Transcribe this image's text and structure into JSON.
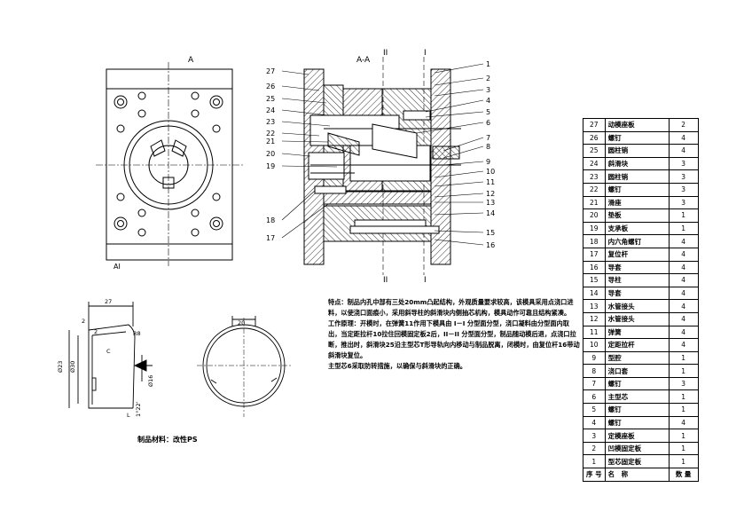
{
  "views": {
    "top_label": "A",
    "bottom_label": "AI",
    "section_title": "A-A",
    "section_mark_left": "II",
    "section_mark_right": "I"
  },
  "callouts_right": [
    "1",
    "2",
    "3",
    "4",
    "5",
    "6",
    "7",
    "8",
    "9",
    "10",
    "11",
    "12",
    "13",
    "14",
    "15",
    "16"
  ],
  "callouts_left": [
    "27",
    "26",
    "25",
    "24",
    "23",
    "22",
    "21",
    "20",
    "19",
    "18",
    "17"
  ],
  "product": {
    "dim_width": "27",
    "dim_top_small": "2",
    "dim_left_small": "2",
    "dim_small_c": "C",
    "dim_r": "R8",
    "dim_d1": "Ø23",
    "dim_d2": "Ø30",
    "dim_d3": "Ø16",
    "dim_l": "L",
    "dim_angle": "1°22'",
    "dim_circle": "20"
  },
  "notes": [
    "特点：制品内孔中部有三处20mm凸起结构，外观质量要求较高，该模具采用点浇口进料，以使浇口面痕小，采用斜导柱的斜滑块内侧抽芯机构，模具动作可靠且结构紧凑。",
    "工作原理：开模时，在弹簧11作用下模具由 I－I 分型面分型，浇口凝料由分型面内取出，当定距拉杆10拉住回模固定板2后，II－II 分型面分型，制品随动模后退，点浇口拉断，推出时，斜滑块25沿主型芯T形导轨向内移动与制品脱离，闭模时，由复位杆16带动斜滑块复位。",
    "主型芯6采取防转措施，以确保与斜滑块的正确。"
  ],
  "material": "制品材料：改性PS",
  "bom": {
    "header": {
      "no": "序 号",
      "name": "名　称",
      "qty": "数 量"
    },
    "rows": [
      {
        "no": "27",
        "name": "动模座板",
        "qty": "2"
      },
      {
        "no": "26",
        "name": "螺钉",
        "qty": "4"
      },
      {
        "no": "25",
        "name": "圆柱销",
        "qty": "4"
      },
      {
        "no": "24",
        "name": "斜滑块",
        "qty": "3"
      },
      {
        "no": "23",
        "name": "圆柱销",
        "qty": "3"
      },
      {
        "no": "22",
        "name": "螺钉",
        "qty": "3"
      },
      {
        "no": "21",
        "name": "滑座",
        "qty": "3"
      },
      {
        "no": "20",
        "name": "垫板",
        "qty": "1"
      },
      {
        "no": "19",
        "name": "支承板",
        "qty": "1"
      },
      {
        "no": "18",
        "name": "内六角螺钉",
        "qty": "4"
      },
      {
        "no": "17",
        "name": "复位杆",
        "qty": "4"
      },
      {
        "no": "16",
        "name": "导套",
        "qty": "4"
      },
      {
        "no": "15",
        "name": "导柱",
        "qty": "4"
      },
      {
        "no": "14",
        "name": "导套",
        "qty": "4"
      },
      {
        "no": "13",
        "name": "水管接头",
        "qty": "4"
      },
      {
        "no": "12",
        "name": "水管接头",
        "qty": "4"
      },
      {
        "no": "11",
        "name": "弹簧",
        "qty": "4"
      },
      {
        "no": "10",
        "name": "定距拉杆",
        "qty": "4"
      },
      {
        "no": "9",
        "name": "型腔",
        "qty": "1"
      },
      {
        "no": "8",
        "name": "浇口套",
        "qty": "1"
      },
      {
        "no": "7",
        "name": "螺钉",
        "qty": "3"
      },
      {
        "no": "6",
        "name": "主型芯",
        "qty": "1"
      },
      {
        "no": "5",
        "name": "螺钉",
        "qty": "1"
      },
      {
        "no": "4",
        "name": "螺钉",
        "qty": "4"
      },
      {
        "no": "3",
        "name": "定模座板",
        "qty": "1"
      },
      {
        "no": "2",
        "name": "凹模固定板",
        "qty": "1"
      },
      {
        "no": "1",
        "name": "型芯固定板",
        "qty": "1"
      }
    ]
  }
}
